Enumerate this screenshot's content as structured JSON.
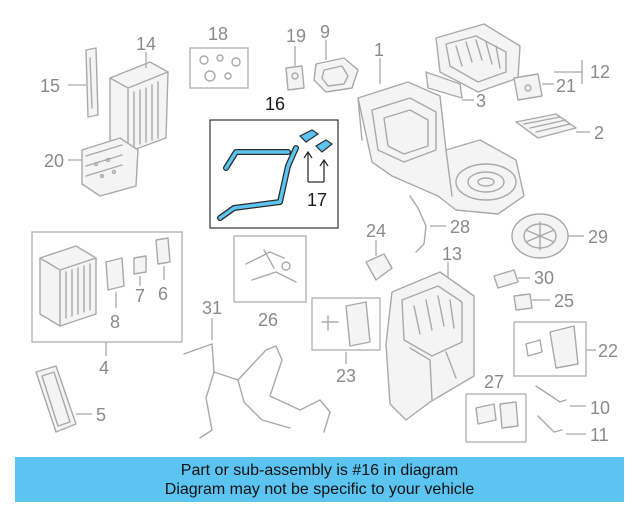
{
  "callouts": {
    "n1": "1",
    "n2": "2",
    "n3": "3",
    "n4": "4",
    "n5": "5",
    "n6": "6",
    "n7": "7",
    "n8": "8",
    "n9": "9",
    "n10": "10",
    "n11": "11",
    "n12": "12",
    "n13": "13",
    "n14": "14",
    "n15": "15",
    "n16": "16",
    "n17": "17",
    "n18": "18",
    "n19": "19",
    "n20": "20",
    "n21": "21",
    "n22": "22",
    "n23": "23",
    "n24": "24",
    "n25": "25",
    "n26": "26",
    "n27": "27",
    "n28": "28",
    "n29": "29",
    "n30": "30",
    "n31": "31"
  },
  "highlighted_part": "16",
  "colors": {
    "highlight": "#5bc4f1",
    "line": "#a9a9a9",
    "banner": "#5bc4f1"
  },
  "banner": {
    "line1": "Part or sub-assembly is #16 in diagram",
    "line2": "Diagram may not be specific to your vehicle"
  }
}
